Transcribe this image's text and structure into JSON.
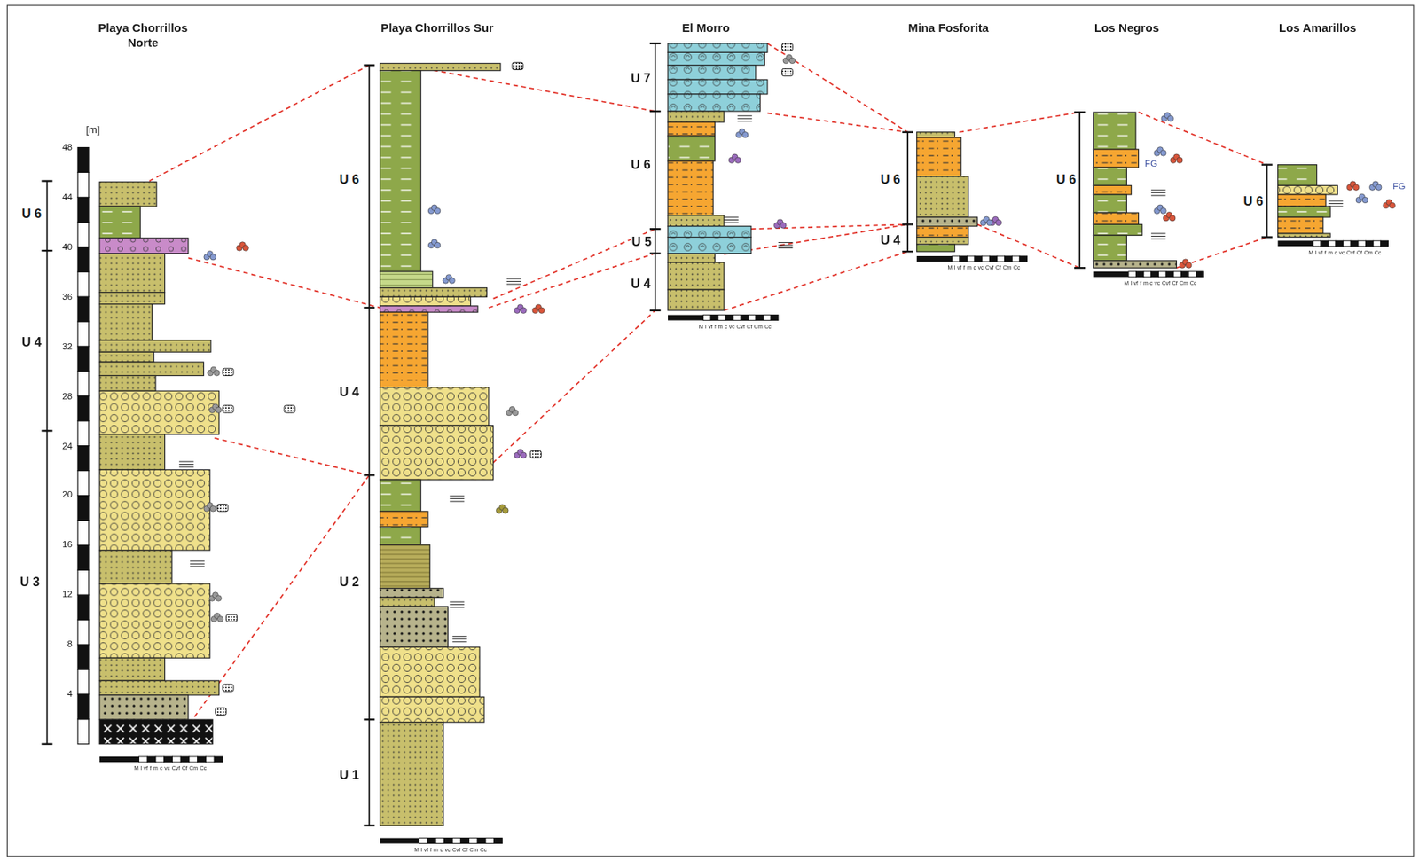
{
  "diagram": {
    "labels": [
      "Playa Chorrillos Norte",
      "[m]",
      "48",
      "44",
      "40",
      "36",
      "32",
      "28",
      "24",
      "20",
      "16",
      "12",
      "8",
      "4",
      "U 6",
      "U 4",
      "U 3",
      "M l vf f m c vc Cvf Cf Cm Cc",
      "Playa Chorrillos Sur",
      "U 6",
      "U 4",
      "U 2",
      "U 1",
      "M l vf f m c vc Cvf Cf Cm Cc",
      "El Morro",
      "U 7",
      "U 6",
      "U 5",
      "U 4",
      "M l vf f m c vc Cvf Cf Cm Cc",
      "Mina Fosforita",
      "U 6",
      "U 4",
      "M l vf f m c vc Cvf Cf Cm Cc",
      "Los Negros",
      "U 6",
      "FG",
      "M l vf f m c vc Cvf Cf Cm Cc",
      "Los Amarillos",
      "U 6",
      "FG",
      "M l vf f m c vc Cvf Cf Cm Cc"
    ]
  }
}
